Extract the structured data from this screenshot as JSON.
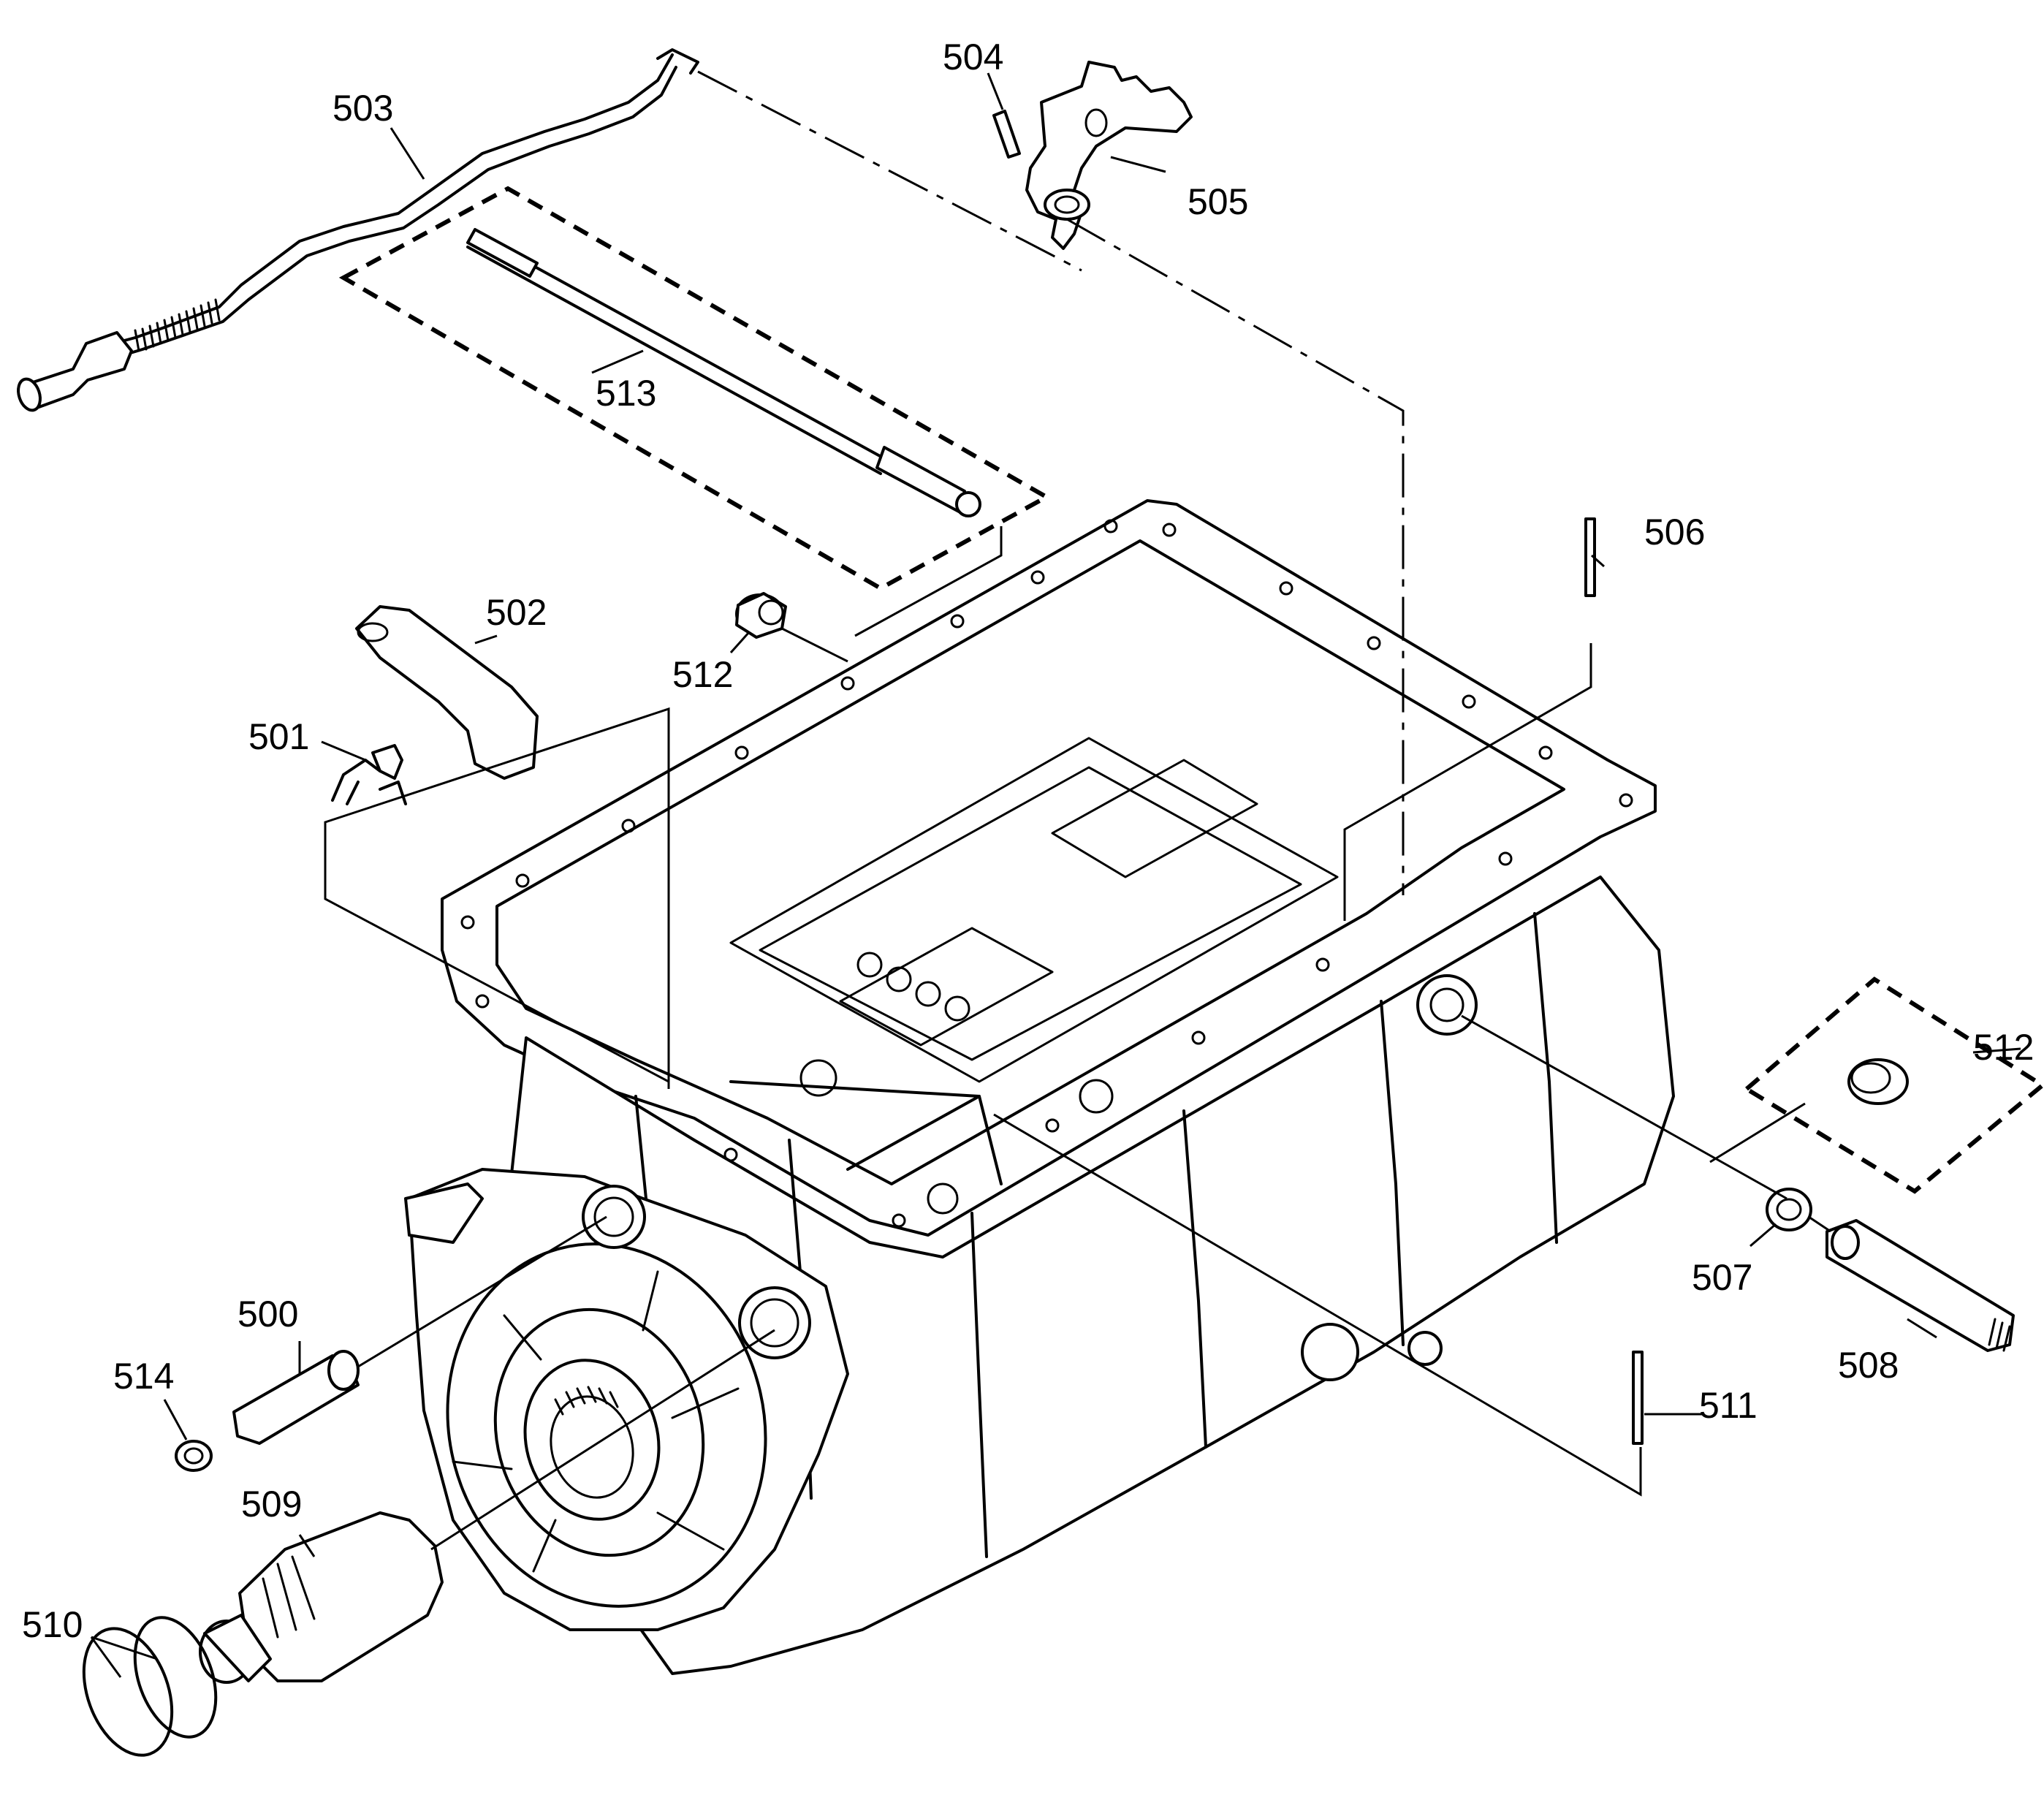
{
  "diagram": {
    "callouts": [
      {
        "id": "500",
        "text": "500"
      },
      {
        "id": "501",
        "text": "501"
      },
      {
        "id": "502",
        "text": "502"
      },
      {
        "id": "503",
        "text": "503"
      },
      {
        "id": "504",
        "text": "504"
      },
      {
        "id": "505",
        "text": "505"
      },
      {
        "id": "506",
        "text": "506"
      },
      {
        "id": "507",
        "text": "507"
      },
      {
        "id": "508",
        "text": "508"
      },
      {
        "id": "509",
        "text": "509"
      },
      {
        "id": "510",
        "text": "510"
      },
      {
        "id": "511",
        "text": "511"
      },
      {
        "id": "512a",
        "text": "512"
      },
      {
        "id": "512b",
        "text": "512"
      },
      {
        "id": "513",
        "text": "513"
      },
      {
        "id": "514",
        "text": "514"
      }
    ]
  }
}
